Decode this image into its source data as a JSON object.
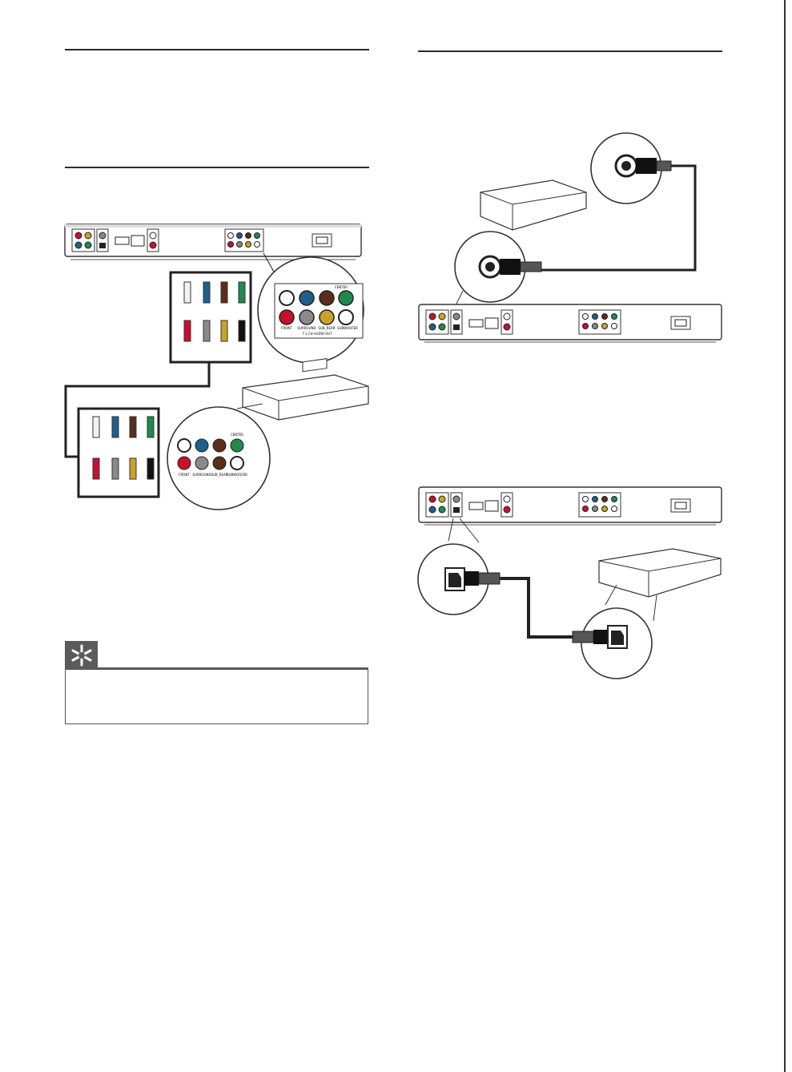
{
  "page": {
    "background": "#ffffff",
    "accent": "#2a2a2a"
  },
  "left_column": {
    "figure_multichannel": {
      "port_labels": {
        "center": "CENTER",
        "front": "FRONT",
        "surround": "SURROUND",
        "sub_rear": "SUB_REAR",
        "subwoofer": "SUBWOOFER",
        "out_label": "7.1 CH AUDIO OUT",
        "surround_2": "SURROUND",
        "sub_rear_2": "SUB_REAR",
        "subwoofer_2": "SUBWOOFER",
        "front_2": "FRONT",
        "center_2": "CENTER"
      }
    },
    "tip": {
      "icon": "asterisk-tip-icon"
    }
  },
  "right_column": {
    "figure_coaxial": {
      "icon": "coaxial-connector-icon"
    },
    "figure_optical": {
      "icon": "optical-connector-icon"
    }
  },
  "colors": {
    "red": "#c8102e",
    "green": "#1f8a4c",
    "blue": "#1e5f8c",
    "brown": "#5a2e1a",
    "yellow": "#c9a227",
    "grey": "#8a8a8a",
    "black": "#111111",
    "white": "#f2f2f2"
  }
}
